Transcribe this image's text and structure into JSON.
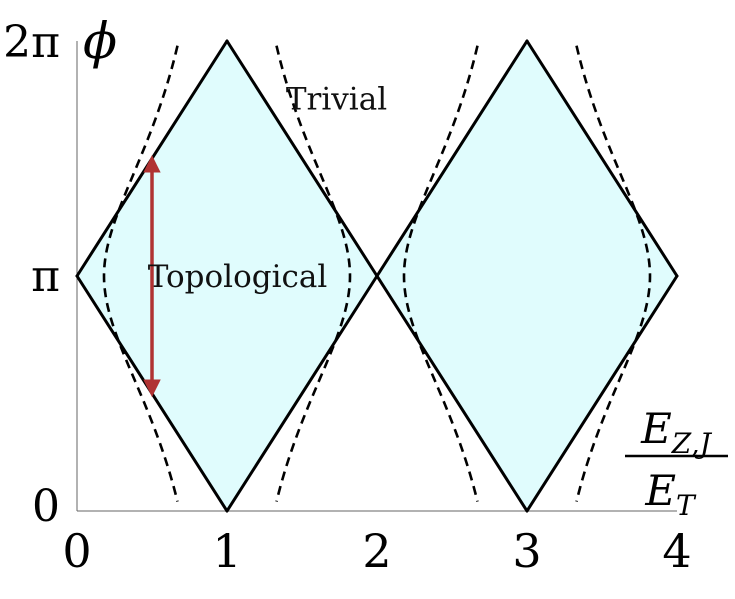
{
  "chart_data": {
    "type": "line",
    "xlim": [
      0,
      4
    ],
    "ylim": [
      0,
      6.283185
    ],
    "x_ticks": [
      {
        "value": 0,
        "label": "0"
      },
      {
        "value": 1,
        "label": "1"
      },
      {
        "value": 2,
        "label": "2"
      },
      {
        "value": 3,
        "label": "3"
      },
      {
        "value": 4,
        "label": "4"
      }
    ],
    "y_ticks": [
      {
        "value": 0,
        "label": "0"
      },
      {
        "value": 3.141593,
        "label": "π"
      },
      {
        "value": 6.283185,
        "label": "2π"
      }
    ],
    "ylabel": "ϕ",
    "xlabel": {
      "numerator": "E",
      "numerator_sub": "Z,J",
      "denominator": "E",
      "denominator_sub": "T"
    },
    "region_fill": "#e0fcfd",
    "series": [
      {
        "style": "solid",
        "color": "#000000",
        "x": [
          0,
          1,
          2,
          3,
          4,
          3,
          2,
          1,
          0
        ],
        "y": [
          3.141593,
          6.283185,
          3.141593,
          6.283185,
          3.141593,
          0,
          3.141593,
          0,
          3.141593
        ]
      },
      {
        "style": "dashed",
        "color": "#000000",
        "shape": "hyperbola",
        "branches": [
          {
            "x": [
              0.67,
              0.18,
              0.67
            ]
          },
          {
            "x": [
              1.33,
              1.82,
              1.33
            ]
          },
          {
            "x": [
              2.67,
              2.18,
              2.67
            ]
          },
          {
            "x": [
              3.33,
              3.82,
              3.33
            ]
          }
        ]
      }
    ],
    "arrow": {
      "x": 0.5,
      "y": [
        1.57,
        4.71
      ],
      "color": "#b03333"
    },
    "annotations": [
      {
        "text": "Trivial",
        "x": 1.73,
        "y": 5.5
      },
      {
        "text": "Topological",
        "x": 1.07,
        "y": 3.13
      }
    ]
  }
}
